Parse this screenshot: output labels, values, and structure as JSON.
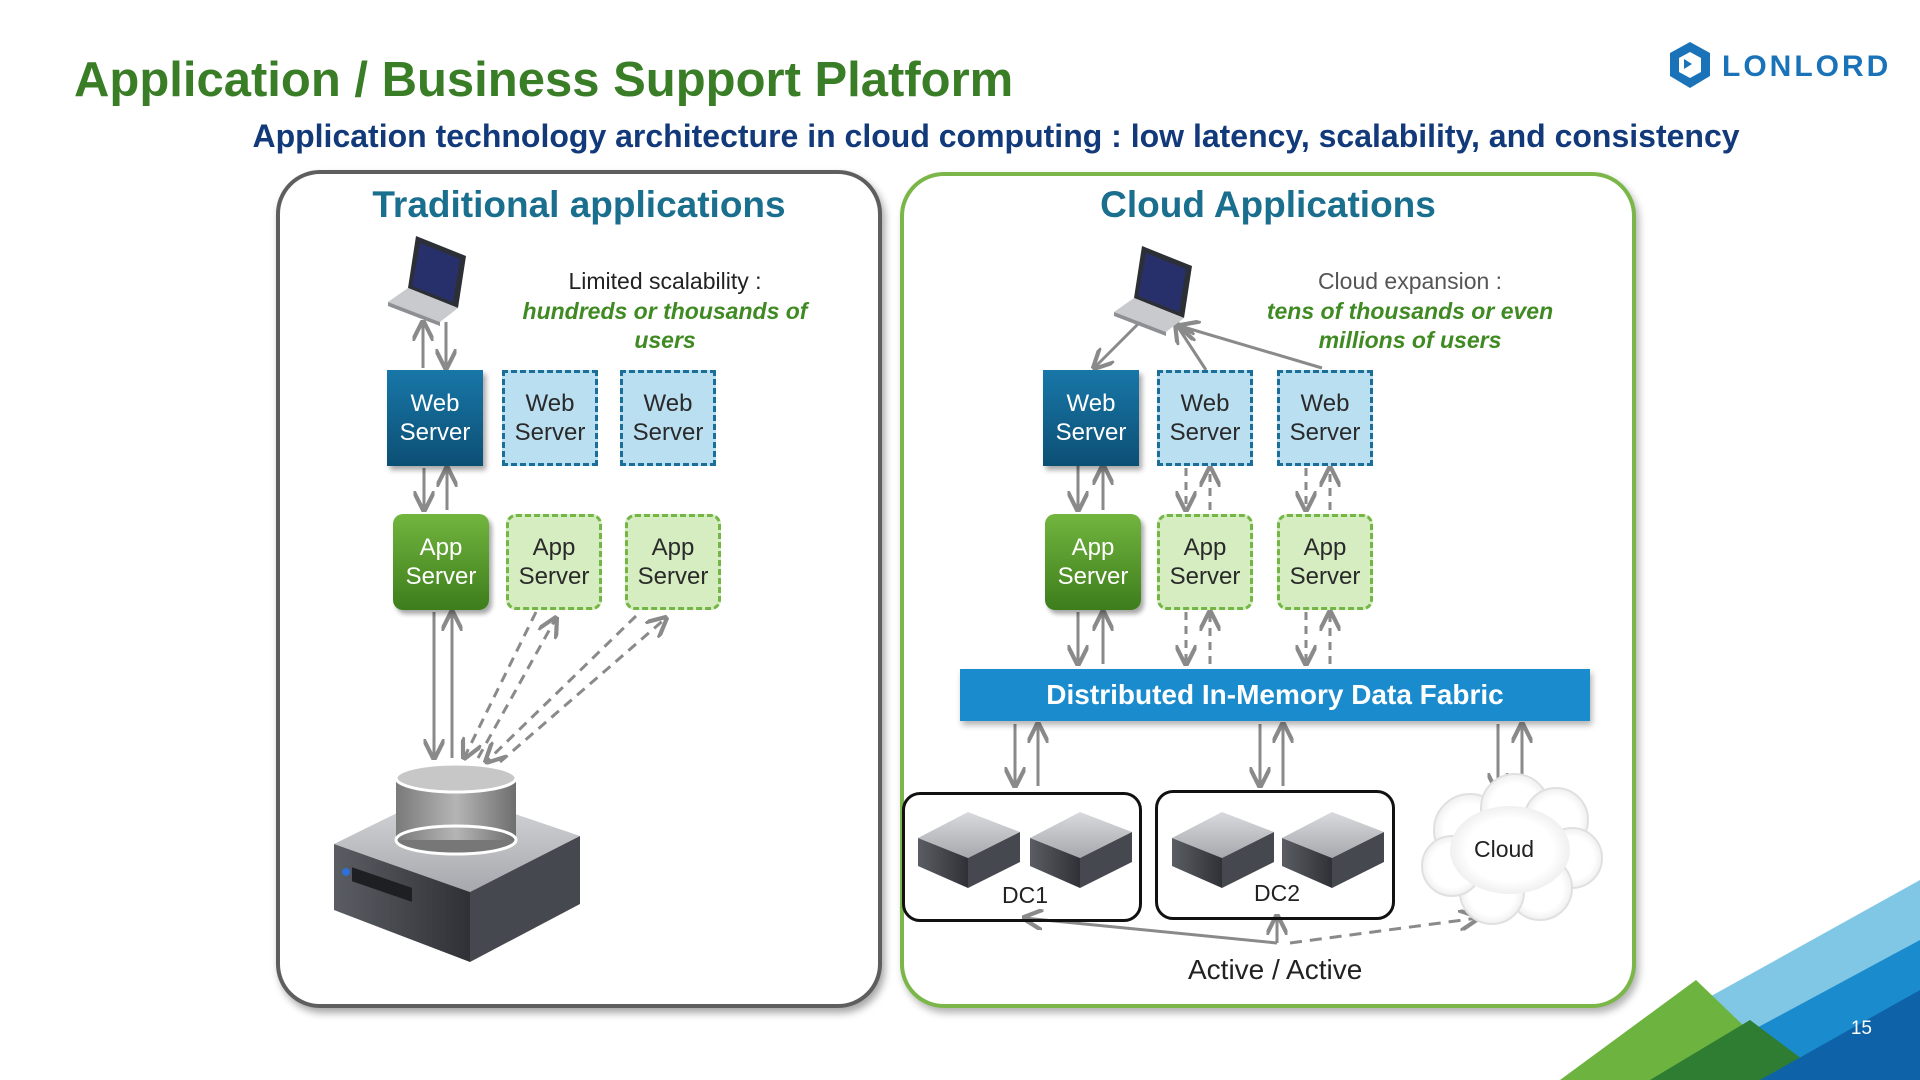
{
  "title": "Application / Business Support Platform",
  "subtitle": "Application technology architecture in cloud computing : low latency, scalability, and consistency",
  "logo": {
    "text": "LONLORD",
    "color": "#1a73b8"
  },
  "slide_number": "15",
  "traditional": {
    "title": "Traditional applications",
    "note_head": "Limited scalability :",
    "note_body": "hundreds or thousands of users",
    "web_servers": [
      "Web Server",
      "Web Server",
      "Web Server"
    ],
    "app_servers": [
      "App Server",
      "App Server",
      "App Server"
    ]
  },
  "cloud": {
    "title": "Cloud Applications",
    "note_head": "Cloud expansion :",
    "note_body": "tens of thousands or even millions of users",
    "web_servers": [
      "Web Server",
      "Web Server",
      "Web Server"
    ],
    "app_servers": [
      "App Server",
      "App Server",
      "App Server"
    ],
    "fabric": "Distributed In-Memory Data Fabric",
    "dc1": "DC1",
    "dc2": "DC2",
    "cloud_label": "Cloud",
    "active": "Active / Active"
  },
  "colors": {
    "title_green": "#3a7d27",
    "subtitle_navy": "#123a7a",
    "panel_title_teal": "#1a6e8e",
    "web_server_blue": "#0c4f74",
    "app_server_green": "#3d7d1c",
    "fabric_blue": "#1a8ccd"
  }
}
